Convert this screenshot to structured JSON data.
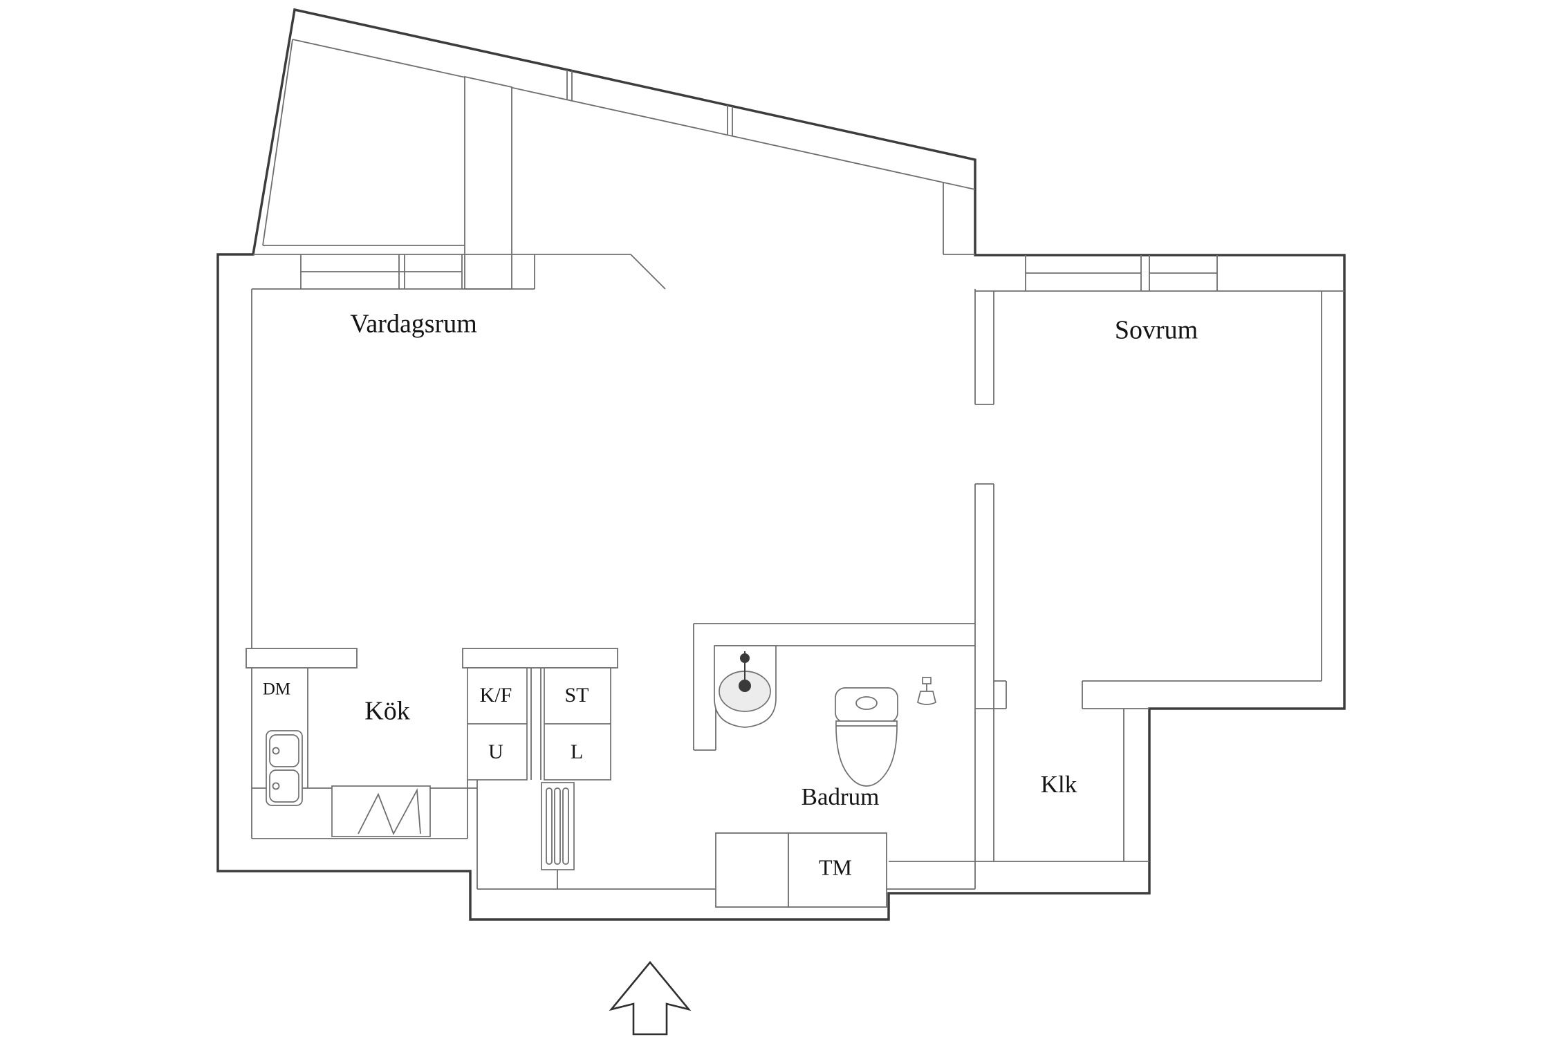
{
  "plan": {
    "rooms": {
      "living_room": "Vardagsrum",
      "bedroom": "Sovrum",
      "kitchen": "Kök",
      "bathroom": "Badrum",
      "closet": "Klk"
    },
    "appliances": {
      "dishwasher": "DM",
      "fridge_freezer": "K/F",
      "oven": "U",
      "tall_cabinet": "ST",
      "linen_cabinet": "L",
      "washing_machine": "TM"
    },
    "colors": {
      "wall_outer": "#3c3c3c",
      "wall_inner": "#6e6e6e",
      "text": "#141414",
      "background": "#ffffff",
      "fixture_fill": "#ececec"
    }
  }
}
